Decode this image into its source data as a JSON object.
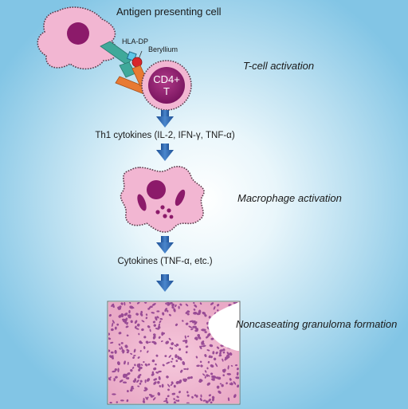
{
  "labels": {
    "antigen_presenting_cell": "Antigen presenting cell",
    "hla_dp": "HLA-DP",
    "beryllium": "Beryllium",
    "cd4_line1": "CD4+",
    "cd4_line2": "T",
    "th1_cytokines": "Th1 cytokines (IL-2, IFN-γ, TNF-α)",
    "cytokines": "Cytokines (TNF-α, etc.)"
  },
  "stages": {
    "t_cell_activation": "T-cell activation",
    "macrophage_activation": "Macrophage activation",
    "granuloma_formation": "Noncaseating granuloma formation"
  },
  "colors": {
    "cell_pink": "#f2b6d2",
    "nucleus_purple": "#8c1a6a",
    "hla_teal": "#3fa99a",
    "tcr_orange": "#e87a33",
    "beryllium_red": "#d8262b",
    "arrow_blue": "#2b63ad",
    "tissue_pink": "#f1b8cf"
  }
}
